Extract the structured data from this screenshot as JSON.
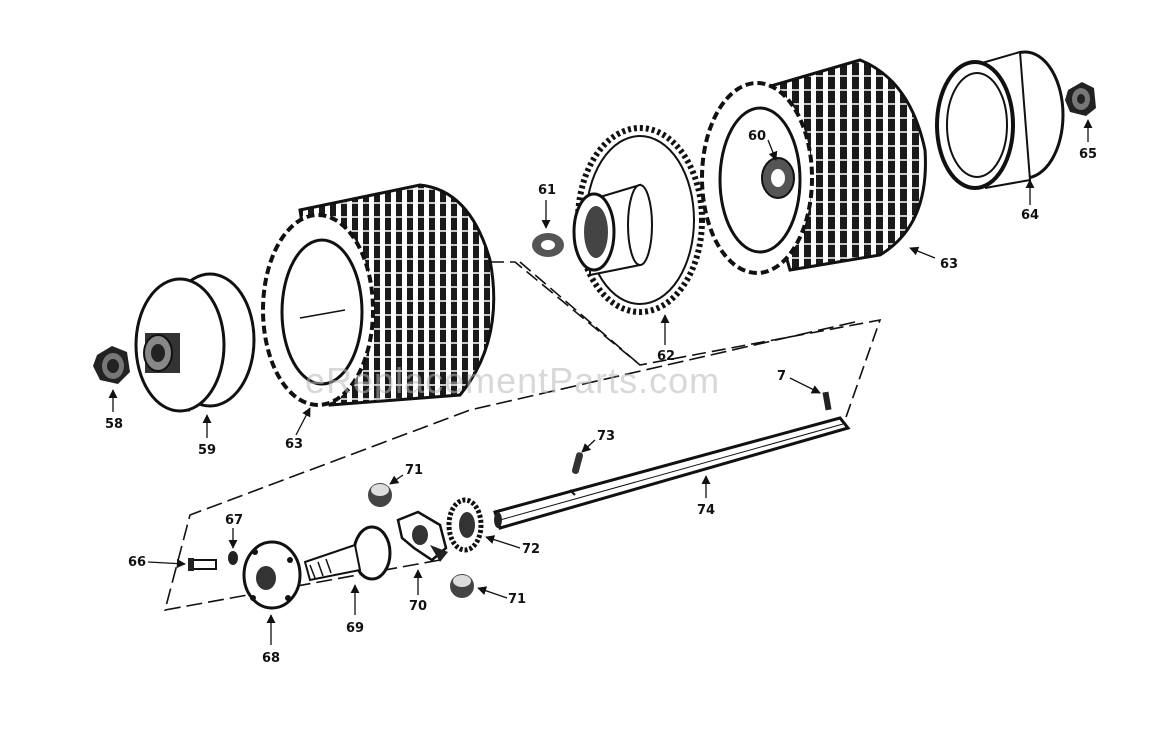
{
  "diagram": {
    "watermark": "eReplacementParts.com",
    "ink_color": "#111111",
    "paper_color": "#ffffff",
    "callouts": [
      {
        "id": "c58",
        "label": "58",
        "part": "nut-left"
      },
      {
        "id": "c59",
        "label": "59",
        "part": "wheel-hub-left"
      },
      {
        "id": "c63a",
        "label": "63",
        "part": "tire-left"
      },
      {
        "id": "c61",
        "label": "61",
        "part": "washer"
      },
      {
        "id": "c62",
        "label": "62",
        "part": "sprocket"
      },
      {
        "id": "c60",
        "label": "60",
        "part": "tire-right-hub"
      },
      {
        "id": "c63b",
        "label": "63",
        "part": "tire-right"
      },
      {
        "id": "c64",
        "label": "64",
        "part": "wheel-hub-right"
      },
      {
        "id": "c65",
        "label": "65",
        "part": "nut-right"
      },
      {
        "id": "c7",
        "label": "7",
        "part": "key"
      },
      {
        "id": "c73",
        "label": "73",
        "part": "pin"
      },
      {
        "id": "c74",
        "label": "74",
        "part": "axle-shaft"
      },
      {
        "id": "c71a",
        "label": "71",
        "part": "bushing-upper"
      },
      {
        "id": "c71b",
        "label": "71",
        "part": "bushing-lower"
      },
      {
        "id": "c72",
        "label": "72",
        "part": "gear"
      },
      {
        "id": "c70",
        "label": "70",
        "part": "differential-spider"
      },
      {
        "id": "c69",
        "label": "69",
        "part": "drive-shaft"
      },
      {
        "id": "c68",
        "label": "68",
        "part": "flange-hub"
      },
      {
        "id": "c67",
        "label": "67",
        "part": "lock-washer"
      },
      {
        "id": "c66",
        "label": "66",
        "part": "bolt"
      }
    ]
  }
}
